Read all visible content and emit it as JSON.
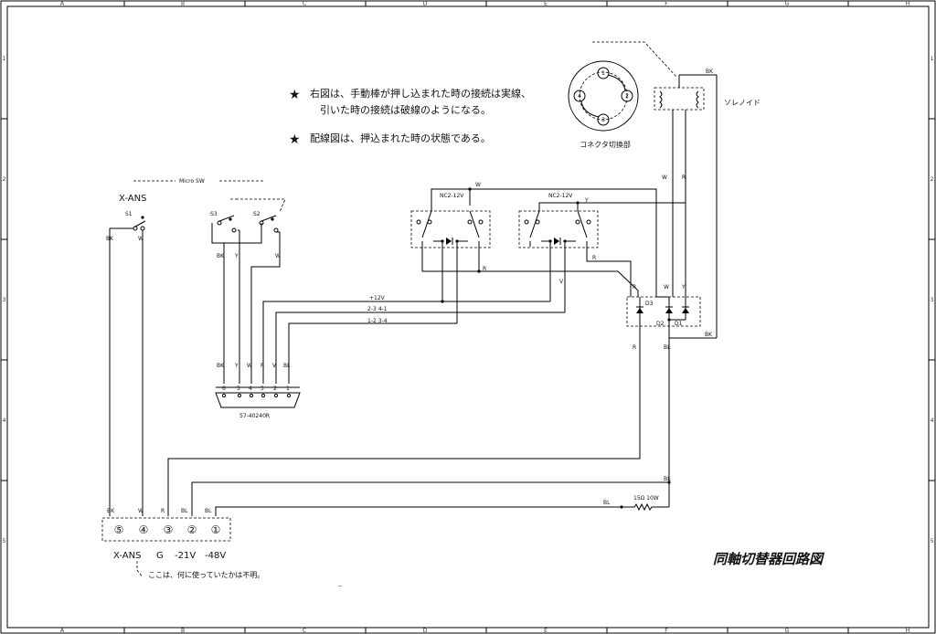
{
  "frame": {
    "columns": [
      "A",
      "B",
      "C",
      "D",
      "E",
      "F",
      "G",
      "H"
    ],
    "rows": [
      "1",
      "2",
      "3",
      "4",
      "5"
    ]
  },
  "title": "同軸切替器回路図",
  "notes": {
    "star": "★",
    "line1": "右図は、手動棒が押し込まれた時の接続は実線、",
    "line2": "引いた時の接続は破線のようになる。",
    "line3": "配線図は、押込まれた時の状態である。"
  },
  "connector_switch": {
    "label": "コネクタ切換部",
    "pins": [
      "1",
      "2",
      "3",
      "4"
    ]
  },
  "solenoid": {
    "label": "ソレノイド",
    "wire_top": "BK",
    "wire_w": "W",
    "wire_r": "R"
  },
  "micro_sw": {
    "label": "Micro SW",
    "group_label": "X-ANS",
    "s1": "S1",
    "s2": "S2",
    "s3": "S3",
    "s1_bk": "BK",
    "s1_w": "W",
    "s3_bk": "BK",
    "s3_y": "Y",
    "s2_w": "W"
  },
  "relays": {
    "left": "NC2-12V",
    "right": "NC2-12V",
    "wire_w": "W",
    "wire_y": "Y",
    "wire_r1": "R",
    "wire_r2": "R",
    "wire_v": "V"
  },
  "buses": {
    "v12": "+12V",
    "b23": "2-3  4-1",
    "b12": "1-2  3-4"
  },
  "diodes": {
    "d1": "D1",
    "d2": "D2",
    "d3": "D3",
    "top_r": "R",
    "top_w": "W",
    "top_y": "Y",
    "bot_r": "R",
    "bot_bl": "BL",
    "bot_bk": "BK"
  },
  "dsub": {
    "part": "57-40240R",
    "colors": [
      "BK",
      "Y",
      "W",
      "R",
      "V",
      "BL"
    ],
    "pins": [
      "6",
      "5",
      "4",
      "3",
      "2",
      "1"
    ]
  },
  "terminal": {
    "wires": [
      "BK",
      "W",
      "R",
      "BL",
      "BL"
    ],
    "pins": [
      "⑤",
      "④",
      "③",
      "②",
      "①"
    ],
    "labels": [
      "X-ANS",
      "G",
      "-21V",
      "-48V"
    ],
    "note": "ここは、何に使っていたかは不明。"
  },
  "resistor": {
    "label": "15Ω 10W",
    "wire_left": "BL",
    "wire_right": "BL"
  },
  "misc": {
    "dashes": "--"
  }
}
